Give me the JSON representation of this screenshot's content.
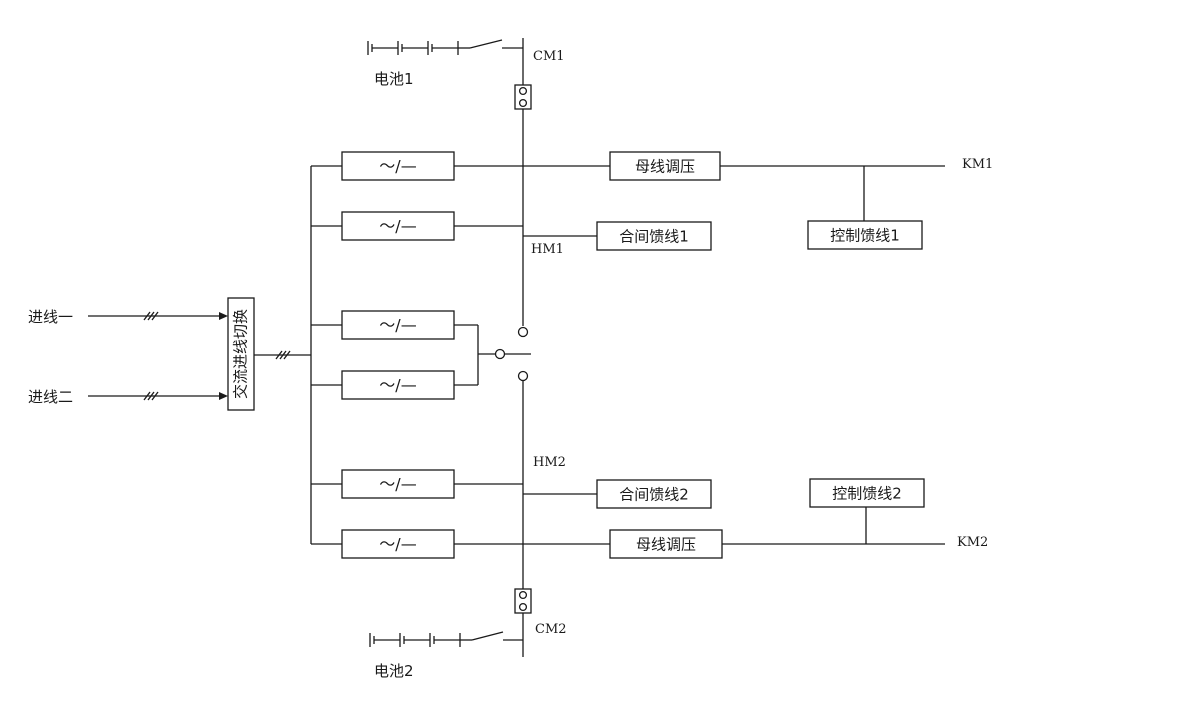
{
  "inputs": {
    "line1": "进线一",
    "line2": "进线二"
  },
  "switch_box": "交流进线切换",
  "rectifier_symbol": "～/—",
  "bus_regulator": "母线调压",
  "closing_feeder_1": "合间馈线1",
  "closing_feeder_2": "合间馈线2",
  "control_feeder_1": "控制馈线1",
  "control_feeder_2": "控制馈线2",
  "battery_1": "电池1",
  "battery_2": "电池2",
  "bus_labels": {
    "cm1": "CM1",
    "cm2": "CM2",
    "hm1": "HM1",
    "hm2": "HM2",
    "km1": "KM1",
    "km2": "KM2"
  }
}
